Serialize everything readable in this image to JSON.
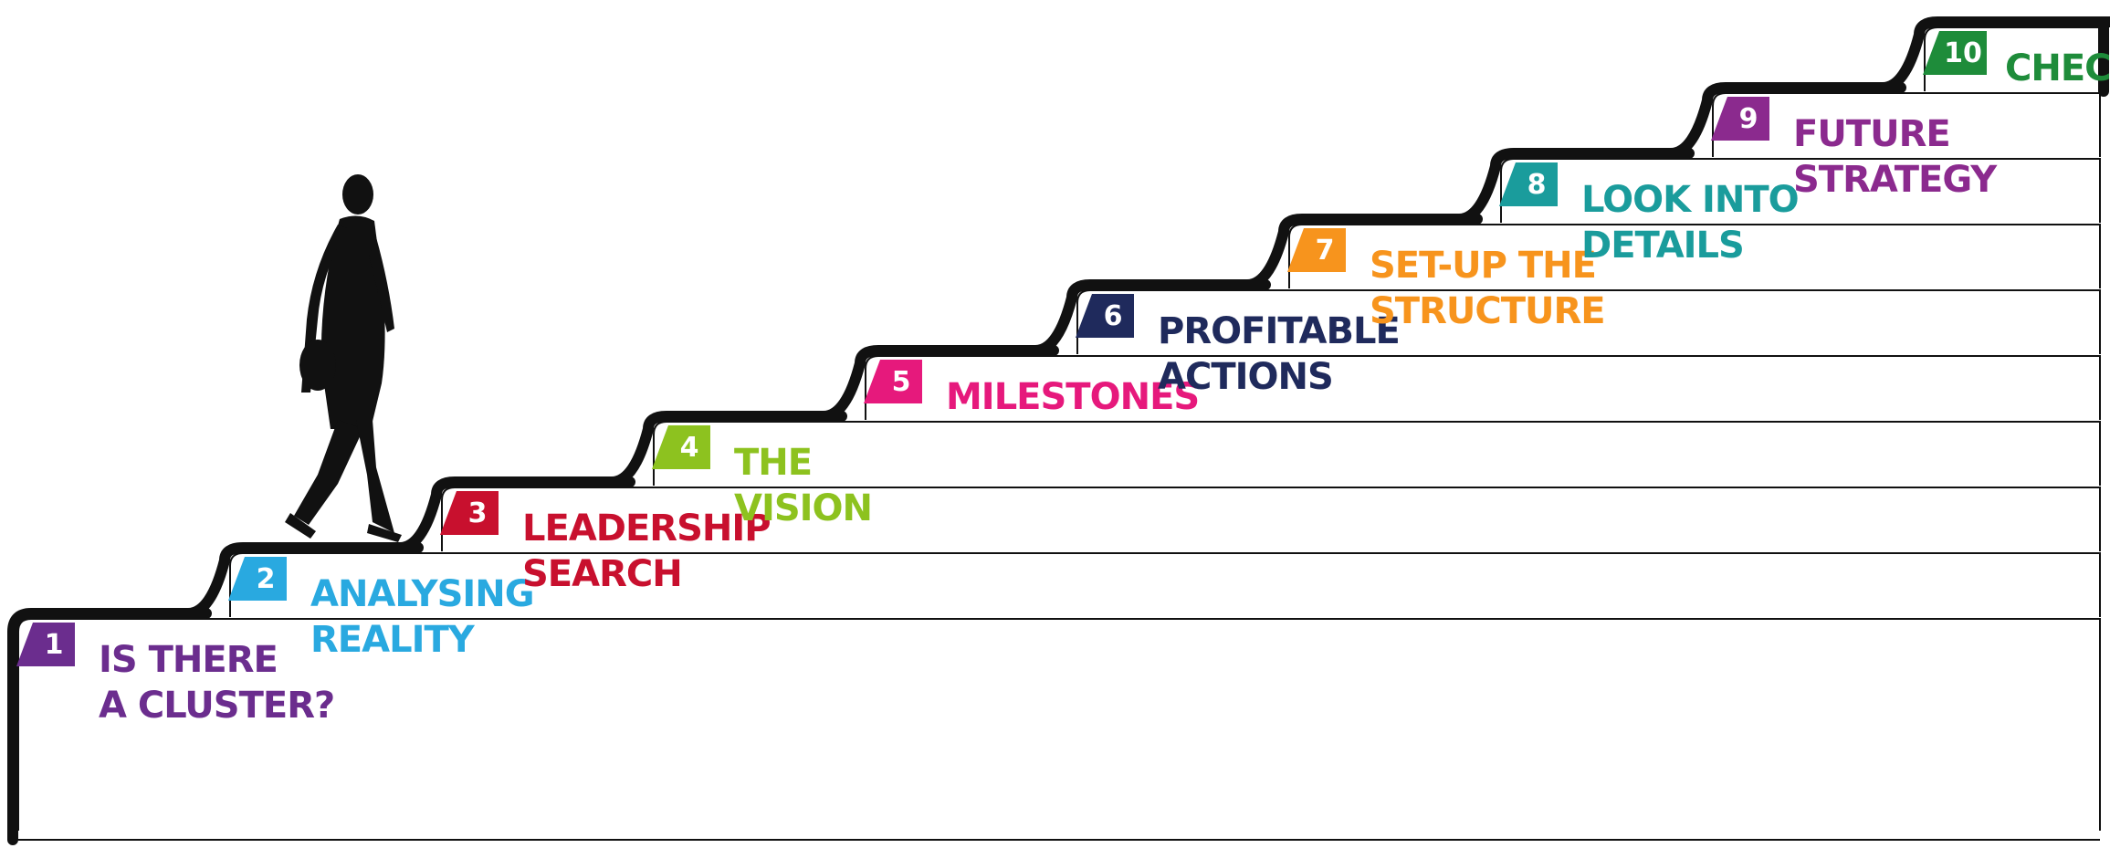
{
  "steps": [
    {
      "number": "1",
      "lines": [
        "IS THERE",
        "A CLUSTER?"
      ],
      "color": "#6b2d8e"
    },
    {
      "number": "2",
      "lines": [
        "ANALYSING",
        "REALITY"
      ],
      "color": "#29a9e0"
    },
    {
      "number": "3",
      "lines": [
        "LEADERSHIP",
        "SEARCH"
      ],
      "color": "#c8102e"
    },
    {
      "number": "4",
      "lines": [
        "THE",
        "VISION"
      ],
      "color": "#8dc21f"
    },
    {
      "number": "5",
      "lines": [
        "MILESTONES"
      ],
      "color": "#e6197c"
    },
    {
      "number": "6",
      "lines": [
        "PROFITABLE",
        "ACTIONS"
      ],
      "color": "#1f2a5c"
    },
    {
      "number": "7",
      "lines": [
        "SET-UP THE",
        "STRUCTURE"
      ],
      "color": "#f7941d"
    },
    {
      "number": "8",
      "lines": [
        "LOOK INTO",
        "DETAILS"
      ],
      "color": "#1a9c9c"
    },
    {
      "number": "9",
      "lines": [
        "FUTURE",
        "STRATEGY"
      ],
      "color": "#8b2a8e"
    },
    {
      "number": "10",
      "lines": [
        "CHECKING-UP"
      ],
      "color": "#1e8c3a"
    }
  ],
  "colors": {
    "outline": "#111111",
    "fill": "#ffffff",
    "person": "#111111"
  },
  "icons": {
    "person": "walking-person-silhouette-icon"
  }
}
